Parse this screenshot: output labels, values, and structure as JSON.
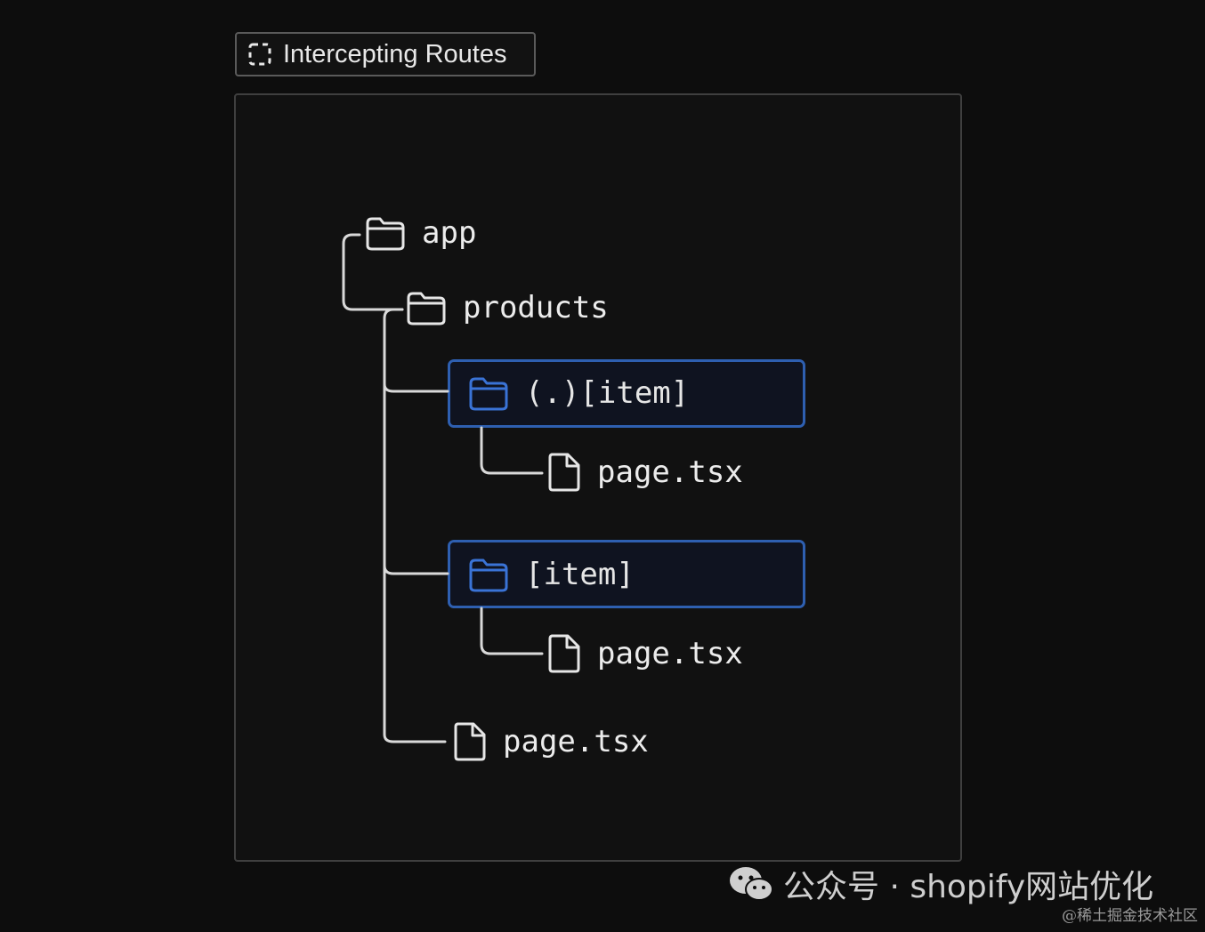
{
  "badge": {
    "label": "Intercepting Routes",
    "icon": "dashed-square-icon"
  },
  "tree": {
    "app": "app",
    "products": "products",
    "intercept_folder": "(.)[item]",
    "intercept_page": "page.tsx",
    "item_folder": "[item]",
    "item_page": "page.tsx",
    "products_page": "page.tsx"
  },
  "colors": {
    "background": "#0d0d0d",
    "panel": "#111111",
    "line": "#d9d9d9",
    "highlight_border": "#2e5fb0",
    "highlight_icon": "#3a73d6"
  },
  "watermark": {
    "channel": "公众号 · shopify网站优化",
    "site": "@稀土掘金技术社区"
  }
}
